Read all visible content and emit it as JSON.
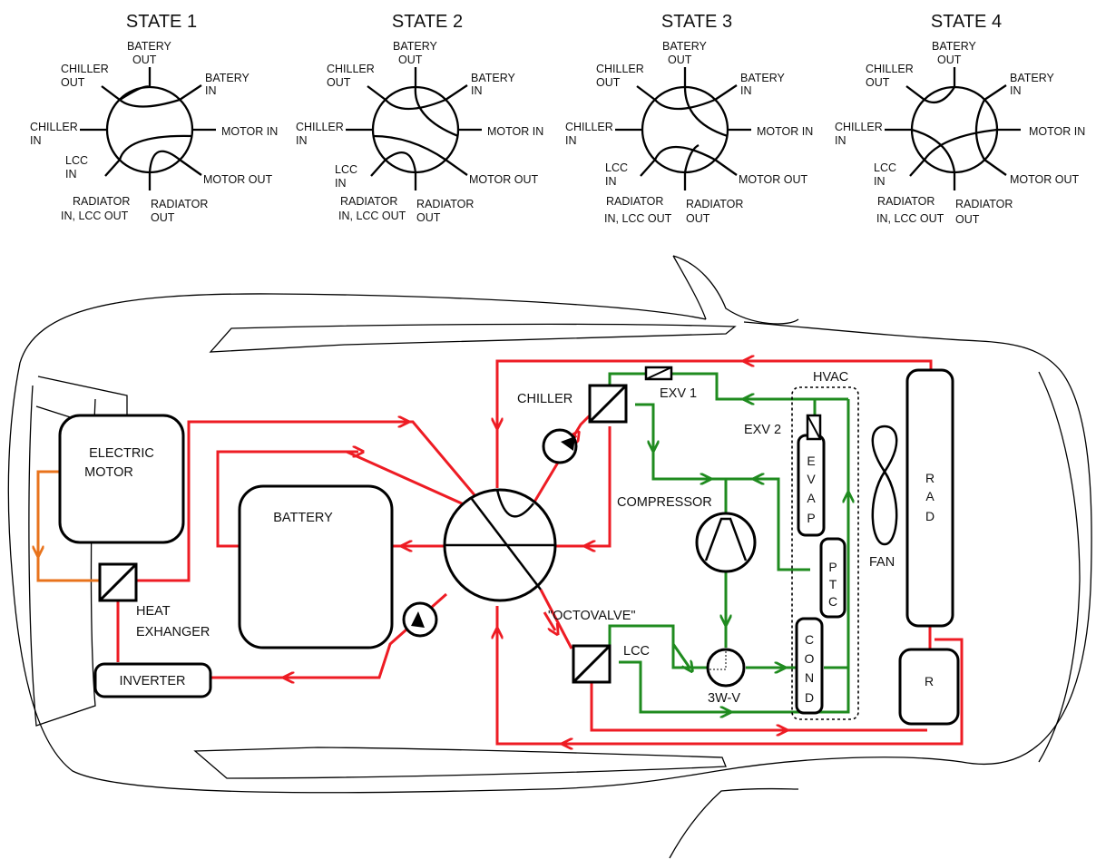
{
  "colors": {
    "coolant": "#ee1c24",
    "refrigerant": "#1f8b1f",
    "motor_loop": "#e8731c",
    "outline": "#000000"
  },
  "states": [
    {
      "title": "STATE 1"
    },
    {
      "title": "STATE 2"
    },
    {
      "title": "STATE 3"
    },
    {
      "title": "STATE 4"
    }
  ],
  "ports": {
    "batery_out": [
      "BATERY",
      "OUT"
    ],
    "batery_in": [
      "BATERY",
      "IN"
    ],
    "chiller_out": [
      "CHILLER",
      "OUT"
    ],
    "chiller_in": [
      "CHILLER",
      "IN"
    ],
    "motor_in": [
      "MOTOR IN"
    ],
    "motor_out": [
      "MOTOR OUT"
    ],
    "lcc_in": [
      "LCC",
      "IN"
    ],
    "radiator_in": [
      "RADIATOR",
      "IN, LCC OUT"
    ],
    "radiator_out": [
      "RADIATOR",
      "OUT"
    ]
  },
  "components": {
    "electric_motor": [
      "ELECTRIC",
      "MOTOR"
    ],
    "battery": "BATTERY",
    "heat_exchanger": [
      "HEAT",
      "EXHANGER"
    ],
    "inverter": "INVERTER",
    "chiller": "CHILLER",
    "exv1": "EXV 1",
    "exv2": "EXV 2",
    "hvac": "HVAC",
    "compressor": "COMPRESSOR",
    "octovalve": "\"OCTOVALVE\"",
    "lcc": "LCC",
    "three_way_valve": "3W-V",
    "evap": [
      "E",
      "V",
      "A",
      "P"
    ],
    "ptc": [
      "P",
      "T",
      "C"
    ],
    "cond": [
      "C",
      "O",
      "N",
      "D"
    ],
    "fan": "FAN",
    "rad": [
      "R",
      "A",
      "D"
    ],
    "r": "R"
  }
}
